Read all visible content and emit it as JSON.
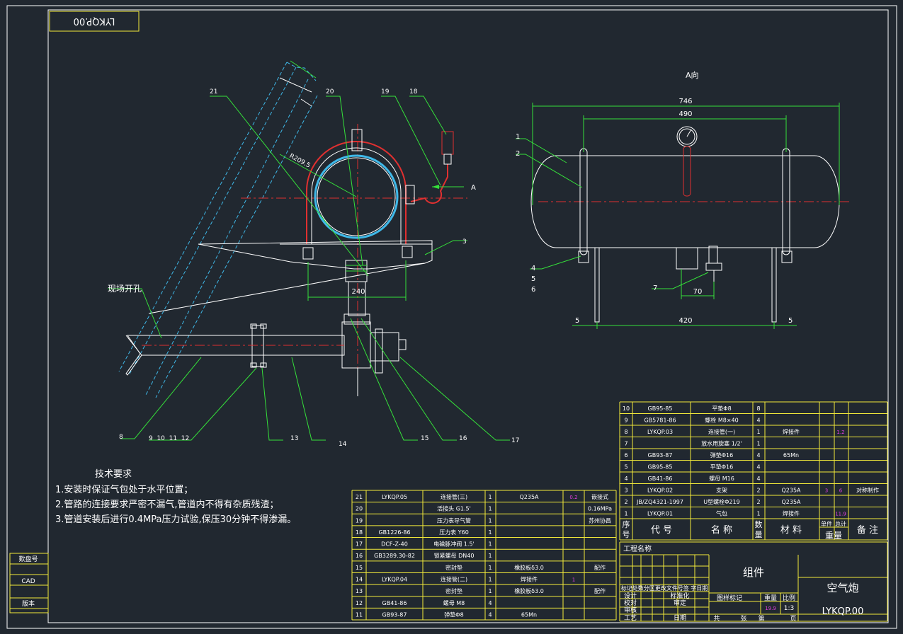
{
  "drawing_no_rotated": "LYKQP.00",
  "view_label": "A向",
  "arrow_label": "A",
  "dims": {
    "radius": "R209.5",
    "width_240": "240",
    "overall_746": "746",
    "span_490": "490",
    "span_420": "420",
    "end_5_left": "5",
    "end_5_right": "5",
    "offset_70": "70"
  },
  "callouts": {
    "c21": "21",
    "c20": "20",
    "c19": "19",
    "c18": "18",
    "c3": "3",
    "c1": "1",
    "c2": "2",
    "c4": "4",
    "c5": "5",
    "c6": "6",
    "c7": "7",
    "c8": "8",
    "c9_12": "9  10  11  12",
    "c13": "13",
    "c14": "14",
    "c15": "15",
    "c16": "16",
    "c17": "17"
  },
  "site_hole": "现场开孔",
  "tech": {
    "title": "技术要求",
    "lines": [
      "1.安装时保证气包处于水平位置；",
      "2.管路的连接要求严密不漏气,管道内不得有杂质残渣；",
      "3.管道安装后进行0.4MPa压力试验,保压30分钟不得渗漏。"
    ]
  },
  "left_stamp": {
    "r1": "歎盘号",
    "r2": "CAD",
    "r3": "版本"
  },
  "bom_right": [
    {
      "no": "10",
      "code": "GB95-85",
      "name": "平垫Φ8",
      "qty": "8",
      "mat": "",
      "unit": "",
      "total": "",
      "note": ""
    },
    {
      "no": "9",
      "code": "GB5781-86",
      "name": "螺栓 M8×40",
      "qty": "4",
      "mat": "",
      "unit": "",
      "total": "",
      "note": ""
    },
    {
      "no": "8",
      "code": "LYKQP.03",
      "name": "连接管(一)",
      "qty": "1",
      "mat": "焊接件",
      "unit": "",
      "total": "1.2",
      "note": ""
    },
    {
      "no": "7",
      "code": "",
      "name": "放水用旋塞 1/2'",
      "qty": "1",
      "mat": "",
      "unit": "",
      "total": "",
      "note": ""
    },
    {
      "no": "6",
      "code": "GB93-87",
      "name": "弹垫Φ16",
      "qty": "4",
      "mat": "65Mn",
      "unit": "",
      "total": "",
      "note": ""
    },
    {
      "no": "5",
      "code": "GB95-85",
      "name": "平垫Φ16",
      "qty": "4",
      "mat": "",
      "unit": "",
      "total": "",
      "note": ""
    },
    {
      "no": "4",
      "code": "GB41-86",
      "name": "螺母 M16",
      "qty": "4",
      "mat": "",
      "unit": "",
      "total": "",
      "note": ""
    },
    {
      "no": "3",
      "code": "LYKQP.02",
      "name": "支架",
      "qty": "2",
      "mat": "Q235A",
      "unit": "3",
      "total": "6",
      "note": "对称制作"
    },
    {
      "no": "2",
      "code": "JB/ZQ4321-1997",
      "name": "U型螺栓Φ219",
      "qty": "2",
      "mat": "Q235A",
      "unit": "",
      "total": "",
      "note": ""
    },
    {
      "no": "1",
      "code": "LYKQP.01",
      "name": "气包",
      "qty": "1",
      "mat": "焊接件",
      "unit": "",
      "total": "11.9",
      "note": ""
    }
  ],
  "bom_left": [
    {
      "no": "21",
      "code": "LYKQP.05",
      "name": "连接管(三)",
      "qty": "1",
      "mat": "Q235A",
      "w": "0.2",
      "note": "嵌接式"
    },
    {
      "no": "20",
      "code": "",
      "name": "活接头 G1.5'",
      "qty": "1",
      "mat": "",
      "w": "",
      "note": "0.16MPa"
    },
    {
      "no": "19",
      "code": "",
      "name": "压力表导气管",
      "qty": "1",
      "mat": "",
      "w": "",
      "note": "苏州协昌"
    },
    {
      "no": "18",
      "code": "GB1226-86",
      "name": "压力表 Y60",
      "qty": "1",
      "mat": "",
      "w": "",
      "note": ""
    },
    {
      "no": "17",
      "code": "DCF-Z-40",
      "name": "电磁脉冲阀 1.5'",
      "qty": "1",
      "mat": "",
      "w": "",
      "note": ""
    },
    {
      "no": "16",
      "code": "GB3289.30-82",
      "name": "锁紧螺母 DN40",
      "qty": "1",
      "mat": "",
      "w": "",
      "note": ""
    },
    {
      "no": "15",
      "code": "",
      "name": "密封垫",
      "qty": "1",
      "mat": "橡胶板δ3.0",
      "w": "",
      "note": "配作"
    },
    {
      "no": "14",
      "code": "LYKQP.04",
      "name": "连接管(二)",
      "qty": "1",
      "mat": "焊接件",
      "w": "1",
      "note": ""
    },
    {
      "no": "13",
      "code": "",
      "name": "密封垫",
      "qty": "1",
      "mat": "橡胶板δ3.0",
      "w": "",
      "note": "配作"
    },
    {
      "no": "12",
      "code": "GB41-86",
      "name": "螺母 M8",
      "qty": "4",
      "mat": "",
      "w": "",
      "note": ""
    },
    {
      "no": "11",
      "code": "GB93-87",
      "name": "弹垫Φ8",
      "qty": "4",
      "mat": "65Mn",
      "w": "",
      "note": ""
    }
  ],
  "bom_header": {
    "no": "序号",
    "code": "代    号",
    "name": "名      称",
    "qty": "数量",
    "mat": "材      料",
    "unit": "单件",
    "total": "总计",
    "weight": "重量",
    "note": "备  注"
  },
  "title_block": {
    "project": "工程名称",
    "assembly": "组件",
    "product": "空气炮",
    "drawing_no": "LYKQP.00",
    "design": "设计",
    "check": "校对",
    "review": "审核",
    "craft": "工艺",
    "std": "标准化",
    "approve": "审定",
    "date": "日期",
    "stage": "图样标记",
    "weight": "重量",
    "scale": "比例",
    "weight_val": "19.9",
    "scale_val": "1:3",
    "total_sheets": "共",
    "sheet": "张",
    "sheet_no": "第",
    "sheet2": "页",
    "revision_hdr": "标记处数分区更改文件号签 字日期"
  }
}
